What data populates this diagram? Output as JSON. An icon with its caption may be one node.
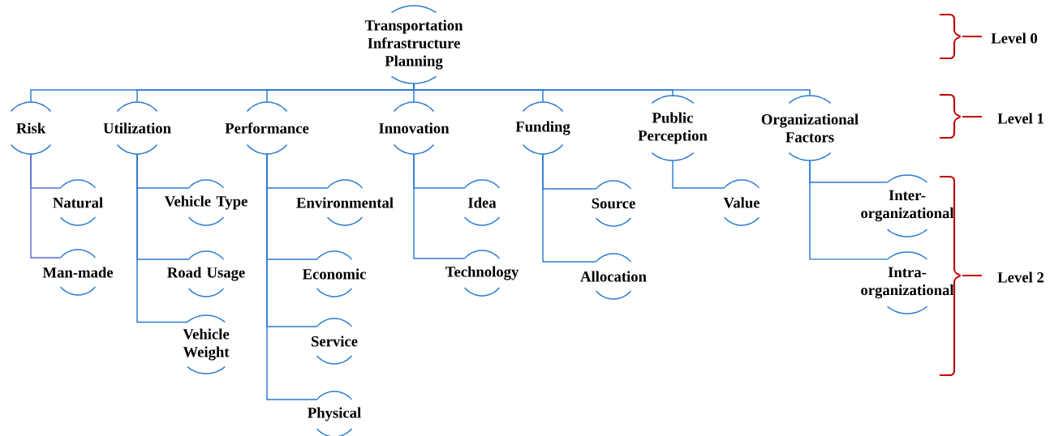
{
  "diagram": {
    "nodes": [
      {
        "text": [
          "Transportation Infrastructure Planning"
        ]
      },
      {
        "text": [
          "Risk"
        ]
      },
      {
        "text": [
          "Utilization"
        ]
      },
      {
        "text": [
          "Performance"
        ]
      },
      {
        "text": [
          "Innovation"
        ]
      },
      {
        "text": [
          "Funding"
        ]
      },
      {
        "text": [
          "Public Perception"
        ]
      },
      {
        "text": [
          "Organizational Factors"
        ]
      },
      {
        "text": [
          "Natural"
        ]
      },
      {
        "text": [
          "Man-made"
        ]
      },
      {
        "text": [
          "Vehicle Type"
        ]
      },
      {
        "text": [
          "Road Usage"
        ]
      },
      {
        "text": [
          "Vehicle Weight"
        ]
      },
      {
        "text": [
          "Environmental"
        ]
      },
      {
        "text": [
          "Economic"
        ]
      },
      {
        "text": [
          "Service"
        ]
      },
      {
        "text": [
          "Physical"
        ]
      },
      {
        "text": [
          "Idea"
        ]
      },
      {
        "text": [
          "Technology"
        ]
      },
      {
        "text": [
          "Source"
        ]
      },
      {
        "text": [
          "Allocation"
        ]
      },
      {
        "text": [
          "Value"
        ]
      },
      {
        "text": [
          "Inter-organizational"
        ]
      },
      {
        "text": [
          "Intra-organizational"
        ]
      }
    ],
    "edges": [
      {
        "from": 0,
        "to": 1,
        "arrow": "none"
      },
      {
        "from": 0,
        "to": 2,
        "arrow": "none"
      },
      {
        "from": 0,
        "to": 3,
        "arrow": "none"
      },
      {
        "from": 0,
        "to": 4,
        "arrow": "none"
      },
      {
        "from": 0,
        "to": 5,
        "arrow": "none"
      },
      {
        "from": 0,
        "to": 6,
        "arrow": "none"
      },
      {
        "from": 0,
        "to": 7,
        "arrow": "none"
      },
      {
        "from": 1,
        "to": 8,
        "arrow": "none",
        "color": "#5a6fd0"
      },
      {
        "from": 1,
        "to": 9,
        "arrow": "none",
        "color": "#5a6fd0"
      },
      {
        "from": 2,
        "to": 10,
        "arrow": "none"
      },
      {
        "from": 2,
        "to": 11,
        "arrow": "none"
      },
      {
        "from": 2,
        "to": 12,
        "arrow": "none"
      },
      {
        "from": 3,
        "to": 13,
        "arrow": "none"
      },
      {
        "from": 3,
        "to": 14,
        "arrow": "none"
      },
      {
        "from": 3,
        "to": 15,
        "arrow": "none"
      },
      {
        "from": 3,
        "to": 16,
        "arrow": "none"
      },
      {
        "from": 4,
        "to": 17,
        "arrow": "none"
      },
      {
        "from": 4,
        "to": 18,
        "arrow": "none"
      },
      {
        "from": 5,
        "to": 19,
        "arrow": "none"
      },
      {
        "from": 5,
        "to": 20,
        "arrow": "none"
      },
      {
        "from": 6,
        "to": 21,
        "arrow": "none"
      },
      {
        "from": 7,
        "to": 22,
        "arrow": "none"
      },
      {
        "from": 7,
        "to": 23,
        "arrow": "none"
      }
    ],
    "labels": [
      "Level 0",
      "Level 1",
      "Level 2"
    ]
  }
}
